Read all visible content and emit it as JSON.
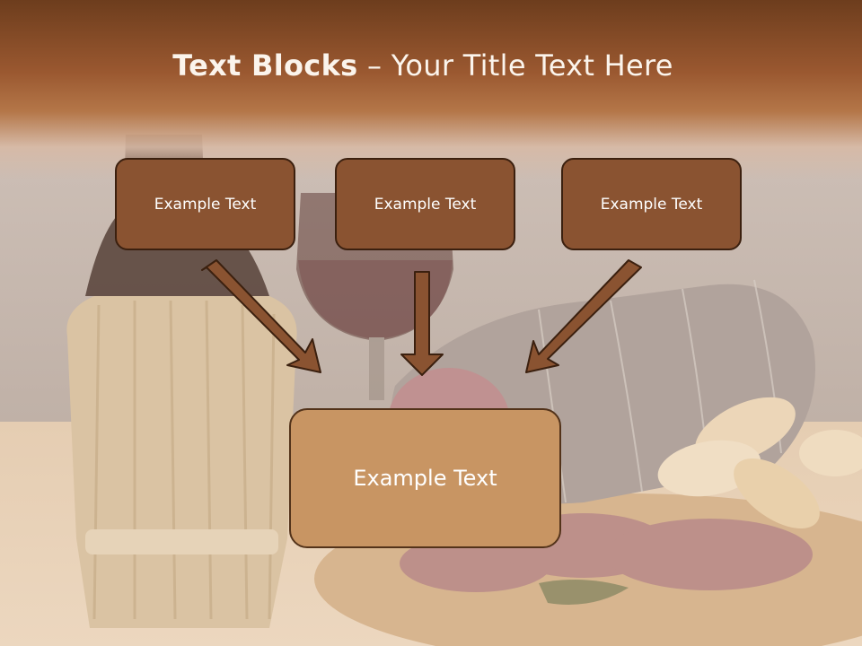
{
  "slide": {
    "title_bold": "Text Blocks",
    "title_rest": " – Your Title Text Here",
    "blocks": [
      {
        "label": "Example Text"
      },
      {
        "label": "Example Text"
      },
      {
        "label": "Example Text"
      }
    ],
    "target_block": {
      "label": "Example Text"
    }
  },
  "colors": {
    "header_brown": "#8a4d28",
    "box_fill": "#8a5331",
    "box_border": "#3b200f",
    "arrow_fill": "#8a5331",
    "target_fill": "#c89563"
  }
}
